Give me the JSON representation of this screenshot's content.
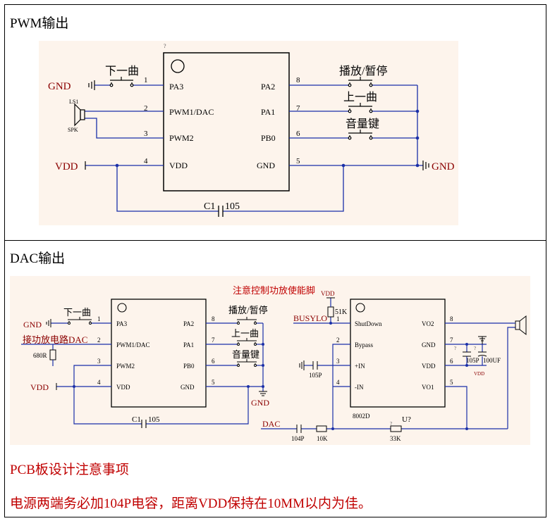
{
  "sections": {
    "pwm_title": "PWM输出",
    "dac_title": "DAC输出"
  },
  "pwm": {
    "chip_mark": "?",
    "pins_left": [
      {
        "num": "1",
        "name": "PA3"
      },
      {
        "num": "2",
        "name": "PWM1/DAC"
      },
      {
        "num": "3",
        "name": "PWM2"
      },
      {
        "num": "4",
        "name": "VDD"
      }
    ],
    "pins_right": [
      {
        "num": "8",
        "name": "PA2"
      },
      {
        "num": "7",
        "name": "PA1"
      },
      {
        "num": "6",
        "name": "PB0"
      },
      {
        "num": "5",
        "name": "GND"
      }
    ],
    "gnd_left": "GND",
    "gnd_right": "GND",
    "vdd": "VDD",
    "speaker_ref": "LS1",
    "speaker_type": "SPK",
    "btn_next": "下一曲",
    "btn_play": "播放/暂停",
    "btn_prev": "上一曲",
    "btn_vol": "音量键",
    "cap_ref": "C1",
    "cap_value": "105"
  },
  "dac": {
    "warning": "注意控制功放使能脚",
    "pins_left": [
      {
        "num": "1",
        "name": "PA3"
      },
      {
        "num": "2",
        "name": "PWM1/DAC"
      },
      {
        "num": "3",
        "name": "PWM2"
      },
      {
        "num": "4",
        "name": "VDD"
      }
    ],
    "pins_right": [
      {
        "num": "8",
        "name": "PA2"
      },
      {
        "num": "7",
        "name": "PA1"
      },
      {
        "num": "6",
        "name": "PB0"
      },
      {
        "num": "5",
        "name": "GND"
      }
    ],
    "gnd_left": "GND",
    "gnd_bottom": "GND",
    "amp_link": "接功放电路DAC",
    "r680": "680R",
    "vdd": "VDD",
    "btn_next": "下一曲",
    "btn_play": "播放/暂停",
    "btn_prev": "上一曲",
    "btn_vol": "音量键",
    "cap_ref": "C1",
    "cap_value": "105",
    "amp": {
      "vdd_top": "VDD",
      "r51k": "51K",
      "busylo": "BUSYLO",
      "pins_left": [
        {
          "num": "1",
          "name": "ShutDown"
        },
        {
          "num": "2",
          "name": "Bypass"
        },
        {
          "num": "3",
          "name": "+IN"
        },
        {
          "num": "4",
          "name": "-IN"
        }
      ],
      "pins_right": [
        {
          "num": "8",
          "name": "VO2"
        },
        {
          "num": "7",
          "name": "GND"
        },
        {
          "num": "6",
          "name": "VDD"
        },
        {
          "num": "5",
          "name": "VO1"
        }
      ],
      "part": "8002D",
      "c105p": "105P",
      "c105p2": "105P",
      "c100uf": "100UF",
      "vdd_small": "VDD",
      "mark_q1": "?",
      "mark_q2": "?",
      "dac_in": "DAC",
      "c104p": "104P",
      "r10k": "10K",
      "r33k": "33K",
      "u_ref": "U?",
      "u_mark": "?"
    }
  },
  "notes": {
    "heading": "PCB板设计注意事项",
    "body": "电源两端务必加104P电容，距离VDD保持在10MM以内为佳。"
  }
}
